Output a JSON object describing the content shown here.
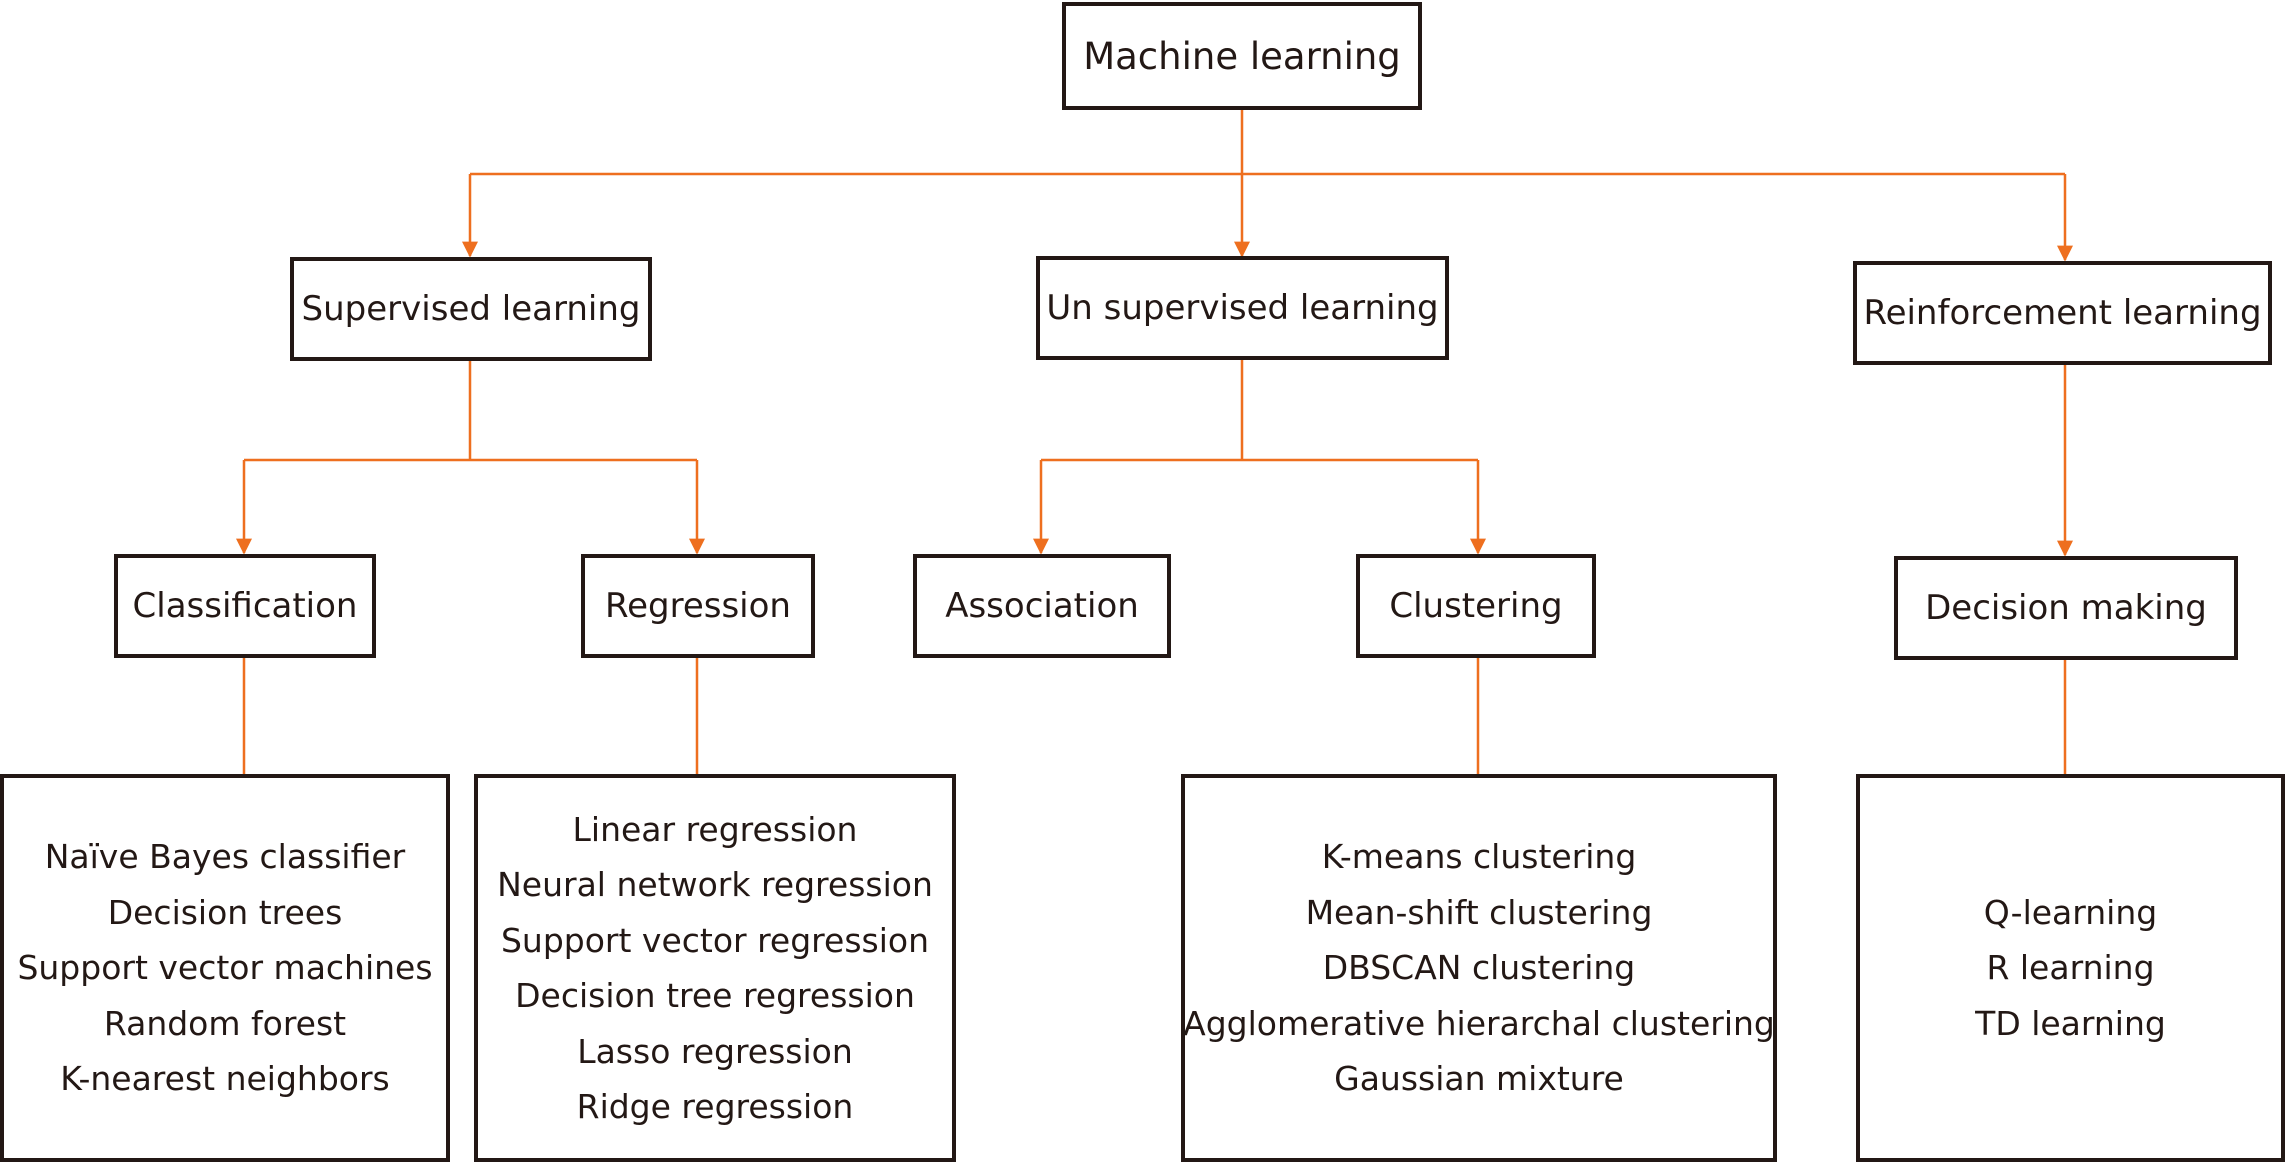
{
  "colors": {
    "connector": "#EE6F1F",
    "border": "#231815",
    "text": "#231815"
  },
  "root": "Machine learning",
  "categories": {
    "supervised": "Supervised learning",
    "unsupervised": "Un supervised learning",
    "reinforcement": "Reinforcement learning"
  },
  "tasks": {
    "classification": "Classification",
    "regression": "Regression",
    "association": "Association",
    "clustering": "Clustering",
    "decision_making": "Decision making"
  },
  "lists": {
    "classification": [
      "Naïve Bayes classifier",
      "Decision trees",
      "Support vector machines",
      "Random forest",
      "K-nearest neighbors"
    ],
    "regression": [
      "Linear regression",
      "Neural network regression",
      "Support vector regression",
      "Decision tree regression",
      "Lasso regression",
      "Ridge regression"
    ],
    "clustering": [
      "K-means clustering",
      "Mean-shift clustering",
      "DBSCAN clustering",
      "Agglomerative hierarchal clustering",
      "Gaussian mixture"
    ],
    "decision_making": [
      "Q-learning",
      "R learning",
      "TD learning"
    ]
  }
}
